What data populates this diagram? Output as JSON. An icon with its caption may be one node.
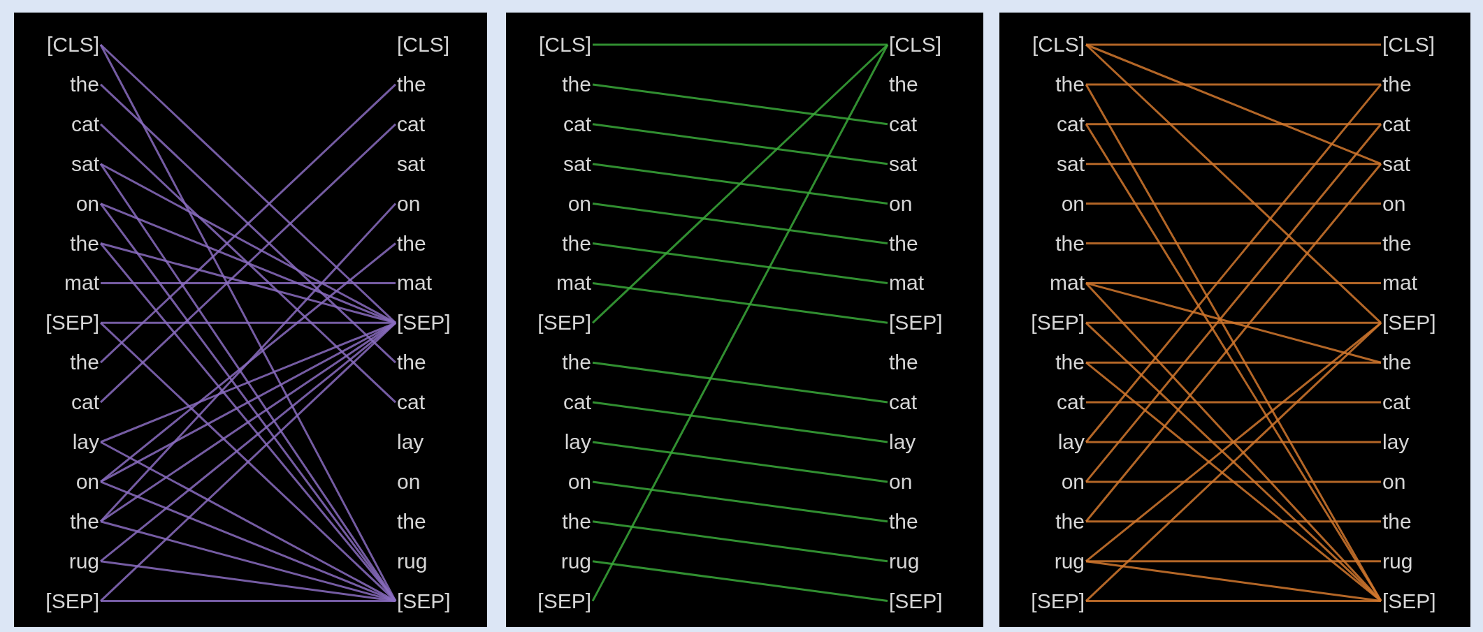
{
  "diagram": {
    "nodes": [
      {
        "text": [],
        "shape": "box"
      },
      {
        "text": [
          "[CLS]"
        ],
        "in": 0
      },
      {
        "text": [
          "the"
        ],
        "in": 0
      },
      {
        "text": [
          "cat"
        ],
        "in": 0
      },
      {
        "text": [
          "sat"
        ],
        "in": 0
      },
      {
        "text": [
          "on"
        ],
        "in": 0
      },
      {
        "text": [
          "the"
        ],
        "in": 0
      },
      {
        "text": [
          "mat"
        ],
        "in": 0
      },
      {
        "text": [
          "[SEP]"
        ],
        "in": 0
      },
      {
        "text": [
          "the"
        ],
        "in": 0
      },
      {
        "text": [
          "cat"
        ],
        "in": 0
      },
      {
        "text": [
          "lay"
        ],
        "in": 0
      },
      {
        "text": [
          "on"
        ],
        "in": 0
      },
      {
        "text": [
          "the"
        ],
        "in": 0
      },
      {
        "text": [
          "rug"
        ],
        "in": 0
      },
      {
        "text": [
          "[SEP]"
        ],
        "in": 0
      },
      {
        "text": [
          "[CLS]"
        ],
        "in": 0
      },
      {
        "text": [
          "the"
        ],
        "in": 0
      },
      {
        "text": [
          "cat"
        ],
        "in": 0
      },
      {
        "text": [
          "sat"
        ],
        "in": 0
      },
      {
        "text": [
          "on"
        ],
        "in": 0
      },
      {
        "text": [
          "the"
        ],
        "in": 0
      },
      {
        "text": [
          "mat"
        ],
        "in": 0
      },
      {
        "text": [
          "[SEP]"
        ],
        "in": 0
      },
      {
        "text": [
          "the"
        ],
        "in": 0
      },
      {
        "text": [
          "cat"
        ],
        "in": 0
      },
      {
        "text": [
          "lay"
        ],
        "in": 0
      },
      {
        "text": [
          "on"
        ],
        "in": 0
      },
      {
        "text": [
          "the"
        ],
        "in": 0
      },
      {
        "text": [
          "rug"
        ],
        "in": 0
      },
      {
        "text": [
          "[SEP]"
        ],
        "in": 0
      },
      {
        "text": [],
        "shape": "box"
      },
      {
        "text": [
          "[CLS]"
        ],
        "in": 31
      },
      {
        "text": [
          "the"
        ],
        "in": 31
      },
      {
        "text": [
          "cat"
        ],
        "in": 31
      },
      {
        "text": [
          "sat"
        ],
        "in": 31
      },
      {
        "text": [
          "on"
        ],
        "in": 31
      },
      {
        "text": [
          "the"
        ],
        "in": 31
      },
      {
        "text": [
          "mat"
        ],
        "in": 31
      },
      {
        "text": [
          "[SEP]"
        ],
        "in": 31
      },
      {
        "text": [
          "the"
        ],
        "in": 31
      },
      {
        "text": [
          "cat"
        ],
        "in": 31
      },
      {
        "text": [
          "lay"
        ],
        "in": 31
      },
      {
        "text": [
          "on"
        ],
        "in": 31
      },
      {
        "text": [
          "the"
        ],
        "in": 31
      },
      {
        "text": [
          "rug"
        ],
        "in": 31
      },
      {
        "text": [
          "[SEP]"
        ],
        "in": 31
      },
      {
        "text": [
          "[CLS]"
        ],
        "in": 31
      },
      {
        "text": [
          "the"
        ],
        "in": 31
      },
      {
        "text": [
          "cat"
        ],
        "in": 31
      },
      {
        "text": [
          "sat"
        ],
        "in": 31
      },
      {
        "text": [
          "on"
        ],
        "in": 31
      },
      {
        "text": [
          "the"
        ],
        "in": 31
      },
      {
        "text": [
          "mat"
        ],
        "in": 31
      },
      {
        "text": [
          "[SEP]"
        ],
        "in": 31
      },
      {
        "text": [
          "the"
        ],
        "in": 31
      },
      {
        "text": [
          "cat"
        ],
        "in": 31
      },
      {
        "text": [
          "lay"
        ],
        "in": 31
      },
      {
        "text": [
          "on"
        ],
        "in": 31
      },
      {
        "text": [
          "the"
        ],
        "in": 31
      },
      {
        "text": [
          "rug"
        ],
        "in": 31
      },
      {
        "text": [
          "[SEP]"
        ],
        "in": 31
      },
      {
        "text": [],
        "shape": "box"
      },
      {
        "text": [
          "[CLS]"
        ],
        "in": 62
      },
      {
        "text": [
          "the"
        ],
        "in": 62
      },
      {
        "text": [
          "cat"
        ],
        "in": 62
      },
      {
        "text": [
          "sat"
        ],
        "in": 62
      },
      {
        "text": [
          "on"
        ],
        "in": 62
      },
      {
        "text": [
          "the"
        ],
        "in": 62
      },
      {
        "text": [
          "mat"
        ],
        "in": 62
      },
      {
        "text": [
          "[SEP]"
        ],
        "in": 62
      },
      {
        "text": [
          "the"
        ],
        "in": 62
      },
      {
        "text": [
          "cat"
        ],
        "in": 62
      },
      {
        "text": [
          "lay"
        ],
        "in": 62
      },
      {
        "text": [
          "on"
        ],
        "in": 62
      },
      {
        "text": [
          "the"
        ],
        "in": 62
      },
      {
        "text": [
          "rug"
        ],
        "in": 62
      },
      {
        "text": [
          "[SEP]"
        ],
        "in": 62
      },
      {
        "text": [
          "[CLS]"
        ],
        "in": 62
      },
      {
        "text": [
          "the"
        ],
        "in": 62
      },
      {
        "text": [
          "cat"
        ],
        "in": 62
      },
      {
        "text": [
          "sat"
        ],
        "in": 62
      },
      {
        "text": [
          "on"
        ],
        "in": 62
      },
      {
        "text": [
          "the"
        ],
        "in": 62
      },
      {
        "text": [
          "mat"
        ],
        "in": 62
      },
      {
        "text": [
          "[SEP]"
        ],
        "in": 62
      },
      {
        "text": [
          "the"
        ],
        "in": 62
      },
      {
        "text": [
          "cat"
        ],
        "in": 62
      },
      {
        "text": [
          "lay"
        ],
        "in": 62
      },
      {
        "text": [
          "on"
        ],
        "in": 62
      },
      {
        "text": [
          "the"
        ],
        "in": 62
      },
      {
        "text": [
          "rug"
        ],
        "in": 62
      },
      {
        "text": [
          "[SEP]"
        ],
        "in": 62
      }
    ],
    "edges": [
      {
        "from": 1,
        "to": 23,
        "arrow": "none",
        "color": "#8a6cc0"
      },
      {
        "from": 1,
        "to": 30,
        "arrow": "none",
        "color": "#8a6cc0"
      },
      {
        "from": 2,
        "to": 24,
        "arrow": "none",
        "color": "#8a6cc0"
      },
      {
        "from": 3,
        "to": 25,
        "arrow": "none",
        "color": "#8a6cc0"
      },
      {
        "from": 9,
        "to": 17,
        "arrow": "none",
        "color": "#8a6cc0"
      },
      {
        "from": 10,
        "to": 18,
        "arrow": "none",
        "color": "#8a6cc0"
      },
      {
        "from": 7,
        "to": 22,
        "arrow": "none",
        "color": "#8a6cc0"
      },
      {
        "from": 8,
        "to": 23,
        "arrow": "none",
        "color": "#8a6cc0"
      },
      {
        "from": 8,
        "to": 30,
        "arrow": "none",
        "color": "#8a6cc0"
      },
      {
        "from": 11,
        "to": 23,
        "arrow": "none",
        "color": "#8a6cc0"
      },
      {
        "from": 12,
        "to": 23,
        "arrow": "none",
        "color": "#8a6cc0"
      },
      {
        "from": 13,
        "to": 23,
        "arrow": "none",
        "color": "#8a6cc0"
      },
      {
        "from": 14,
        "to": 23,
        "arrow": "none",
        "color": "#8a6cc0"
      },
      {
        "from": 15,
        "to": 23,
        "arrow": "none",
        "color": "#8a6cc0"
      },
      {
        "from": 11,
        "to": 30,
        "arrow": "none",
        "color": "#8a6cc0"
      },
      {
        "from": 12,
        "to": 30,
        "arrow": "none",
        "color": "#8a6cc0"
      },
      {
        "from": 13,
        "to": 30,
        "arrow": "none",
        "color": "#8a6cc0"
      },
      {
        "from": 14,
        "to": 30,
        "arrow": "none",
        "color": "#8a6cc0"
      },
      {
        "from": 15,
        "to": 30,
        "arrow": "none",
        "color": "#8a6cc0"
      },
      {
        "from": 4,
        "to": 30,
        "arrow": "none",
        "color": "#8a6cc0"
      },
      {
        "from": 5,
        "to": 30,
        "arrow": "none",
        "color": "#8a6cc0"
      },
      {
        "from": 6,
        "to": 30,
        "arrow": "none",
        "color": "#8a6cc0"
      },
      {
        "from": 4,
        "to": 23,
        "arrow": "none",
        "color": "#8a6cc0"
      },
      {
        "from": 5,
        "to": 23,
        "arrow": "none",
        "color": "#8a6cc0"
      },
      {
        "from": 6,
        "to": 23,
        "arrow": "none",
        "color": "#8a6cc0"
      },
      {
        "from": 13,
        "to": 20,
        "arrow": "none",
        "color": "#8a6cc0"
      },
      {
        "from": 12,
        "to": 21,
        "arrow": "none",
        "color": "#8a6cc0"
      },
      {
        "from": 32,
        "to": 47,
        "arrow": "none",
        "color": "#3aa83a"
      },
      {
        "from": 33,
        "to": 49,
        "arrow": "none",
        "color": "#3aa83a"
      },
      {
        "from": 34,
        "to": 50,
        "arrow": "none",
        "color": "#3aa83a"
      },
      {
        "from": 35,
        "to": 51,
        "arrow": "none",
        "color": "#3aa83a"
      },
      {
        "from": 36,
        "to": 52,
        "arrow": "none",
        "color": "#3aa83a"
      },
      {
        "from": 37,
        "to": 53,
        "arrow": "none",
        "color": "#3aa83a"
      },
      {
        "from": 38,
        "to": 54,
        "arrow": "none",
        "color": "#3aa83a"
      },
      {
        "from": 39,
        "to": 47,
        "arrow": "none",
        "color": "#3aa83a"
      },
      {
        "from": 40,
        "to": 56,
        "arrow": "none",
        "color": "#3aa83a"
      },
      {
        "from": 41,
        "to": 57,
        "arrow": "none",
        "color": "#3aa83a"
      },
      {
        "from": 42,
        "to": 58,
        "arrow": "none",
        "color": "#3aa83a"
      },
      {
        "from": 43,
        "to": 59,
        "arrow": "none",
        "color": "#3aa83a"
      },
      {
        "from": 44,
        "to": 60,
        "arrow": "none",
        "color": "#3aa83a"
      },
      {
        "from": 45,
        "to": 61,
        "arrow": "none",
        "color": "#3aa83a"
      },
      {
        "from": 46,
        "to": 47,
        "arrow": "none",
        "color": "#3aa83a"
      },
      {
        "from": 63,
        "to": 78,
        "arrow": "none",
        "color": "#d2782e"
      },
      {
        "from": 64,
        "to": 79,
        "arrow": "none",
        "color": "#d2782e"
      },
      {
        "from": 65,
        "to": 80,
        "arrow": "none",
        "color": "#d2782e"
      },
      {
        "from": 66,
        "to": 81,
        "arrow": "none",
        "color": "#d2782e"
      },
      {
        "from": 67,
        "to": 82,
        "arrow": "none",
        "color": "#d2782e"
      },
      {
        "from": 68,
        "to": 83,
        "arrow": "none",
        "color": "#d2782e"
      },
      {
        "from": 69,
        "to": 84,
        "arrow": "none",
        "color": "#d2782e"
      },
      {
        "from": 70,
        "to": 85,
        "arrow": "none",
        "color": "#d2782e"
      },
      {
        "from": 71,
        "to": 86,
        "arrow": "none",
        "color": "#d2782e"
      },
      {
        "from": 72,
        "to": 87,
        "arrow": "none",
        "color": "#d2782e"
      },
      {
        "from": 73,
        "to": 88,
        "arrow": "none",
        "color": "#d2782e"
      },
      {
        "from": 74,
        "to": 89,
        "arrow": "none",
        "color": "#d2782e"
      },
      {
        "from": 75,
        "to": 90,
        "arrow": "none",
        "color": "#d2782e"
      },
      {
        "from": 76,
        "to": 91,
        "arrow": "none",
        "color": "#d2782e"
      },
      {
        "from": 77,
        "to": 92,
        "arrow": "none",
        "color": "#d2782e"
      },
      {
        "from": 63,
        "to": 81,
        "arrow": "none",
        "color": "#d2782e"
      },
      {
        "from": 63,
        "to": 85,
        "arrow": "none",
        "color": "#d2782e"
      },
      {
        "from": 64,
        "to": 92,
        "arrow": "none",
        "color": "#d2782e"
      },
      {
        "from": 65,
        "to": 92,
        "arrow": "none",
        "color": "#d2782e"
      },
      {
        "from": 69,
        "to": 92,
        "arrow": "none",
        "color": "#d2782e"
      },
      {
        "from": 70,
        "to": 92,
        "arrow": "none",
        "color": "#d2782e"
      },
      {
        "from": 71,
        "to": 92,
        "arrow": "none",
        "color": "#d2782e"
      },
      {
        "from": 77,
        "to": 85,
        "arrow": "none",
        "color": "#d2782e"
      },
      {
        "from": 76,
        "to": 85,
        "arrow": "none",
        "color": "#d2782e"
      },
      {
        "from": 75,
        "to": 81,
        "arrow": "none",
        "color": "#d2782e"
      },
      {
        "from": 74,
        "to": 80,
        "arrow": "none",
        "color": "#d2782e"
      },
      {
        "from": 73,
        "to": 79,
        "arrow": "none",
        "color": "#d2782e"
      },
      {
        "from": 76,
        "to": 92,
        "arrow": "none",
        "color": "#d2782e"
      },
      {
        "from": 69,
        "to": 86,
        "arrow": "none",
        "color": "#d2782e"
      }
    ]
  }
}
